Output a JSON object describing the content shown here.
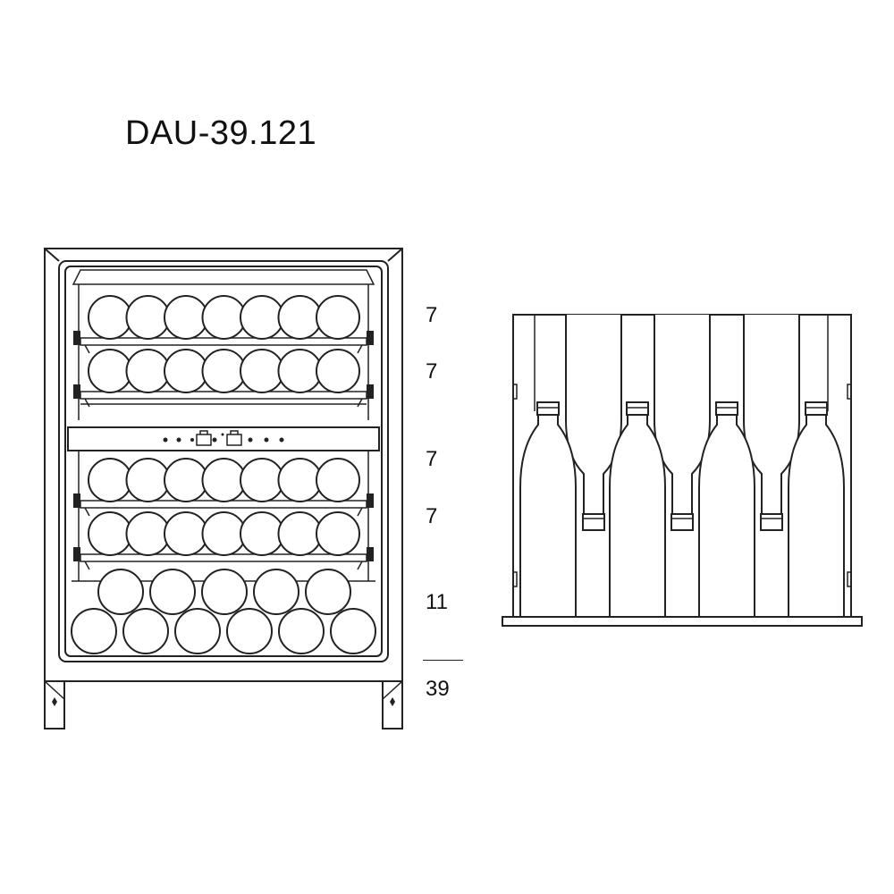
{
  "model": "DAU-39.121",
  "shelf_counts": [
    "7",
    "7",
    "7",
    "7",
    "11"
  ],
  "total": "39",
  "colors": {
    "stroke": "#222222",
    "background": "#ffffff"
  }
}
